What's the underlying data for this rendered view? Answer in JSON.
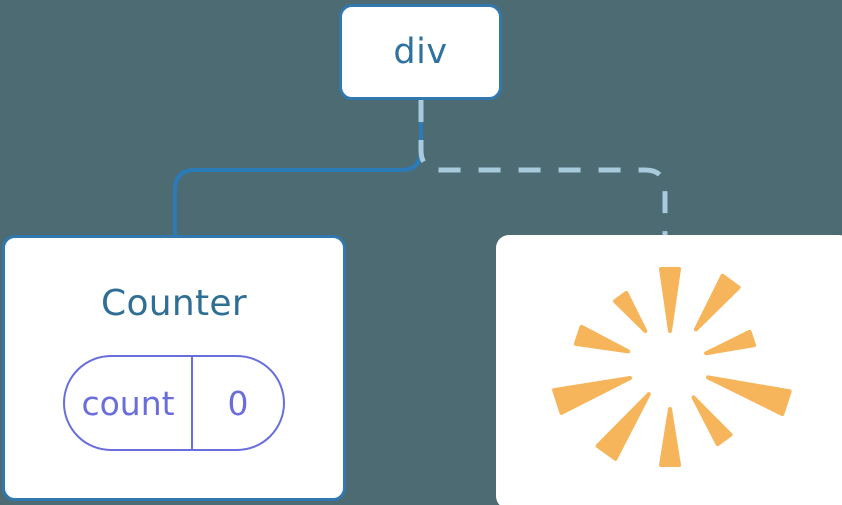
{
  "diagram": {
    "background_color": "#4c6b73",
    "node_border_color": "#3178ae",
    "node_fill_color": "#ffffff",
    "solid_edge_color": "#2b7bb9",
    "dashed_edge_color": "#a8cadd",
    "title_text_color": "#2f6f96",
    "state_color": "#6a6edb",
    "burst_color": "#f6b55a"
  },
  "nodes": {
    "root": {
      "label": "div"
    },
    "counter": {
      "label": "Counter",
      "state": {
        "key": "count",
        "value": "0"
      }
    },
    "burst": {
      "label": "render-burst"
    }
  },
  "edges": [
    {
      "name": "edge-div-to-counter",
      "from": "div",
      "to": "Counter",
      "style": "solid"
    },
    {
      "name": "edge-div-to-burst",
      "from": "div",
      "to": "burst",
      "style": "dashed"
    }
  ],
  "burst_rays": [
    {
      "angle": -90,
      "inner": 34,
      "outer": 96,
      "half_width": 9
    },
    {
      "angle": -54,
      "inner": 44,
      "outer": 103,
      "half_width": 10
    },
    {
      "angle": -18,
      "inner": 38,
      "outer": 86,
      "half_width": 7
    },
    {
      "angle": 18,
      "inner": 40,
      "outer": 122,
      "half_width": 12
    },
    {
      "angle": 54,
      "inner": 40,
      "outer": 92,
      "half_width": 8
    },
    {
      "angle": 90,
      "inner": 44,
      "outer": 100,
      "half_width": 9
    },
    {
      "angle": 126,
      "inner": 36,
      "outer": 108,
      "half_width": 11
    },
    {
      "angle": 162,
      "inner": 42,
      "outer": 118,
      "half_width": 12
    },
    {
      "angle": 198,
      "inner": 44,
      "outer": 96,
      "half_width": 9
    },
    {
      "angle": 234,
      "inner": 42,
      "outer": 84,
      "half_width": 7
    }
  ]
}
